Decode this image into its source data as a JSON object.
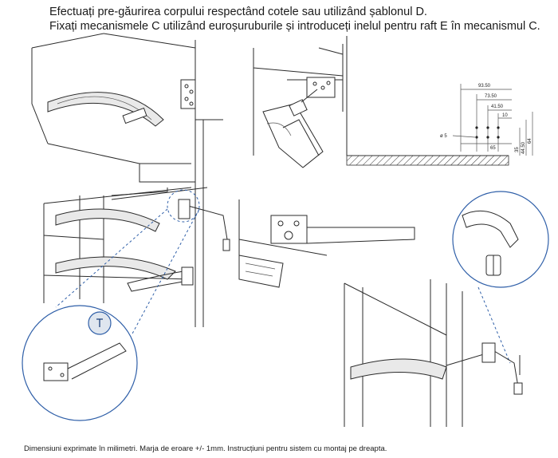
{
  "instructions": {
    "line1": "Efectuați pre-găurirea corpului respectând cotele sau utilizând șablonul D.",
    "line2": "Fixați mecanismele C utilizând euroșuruburile și introduceți inelul pentru raft E în mecanismul C."
  },
  "footer": {
    "note": "Dimensiuni exprimate în milimetri. Marja de eroare +/- 1mm. Instrucțiuni pentru sistem cu montaj pe dreapta."
  },
  "dimensions": {
    "d1": "93.50",
    "d2": "73.50",
    "d3": "41.50",
    "d4": "10",
    "d5": "65",
    "d6": "35",
    "d7": "44.50",
    "d8": "64",
    "hole": "ø 5"
  },
  "colors": {
    "callout": "#2f5fa8",
    "shelf_fill": "#e9e9e9"
  }
}
